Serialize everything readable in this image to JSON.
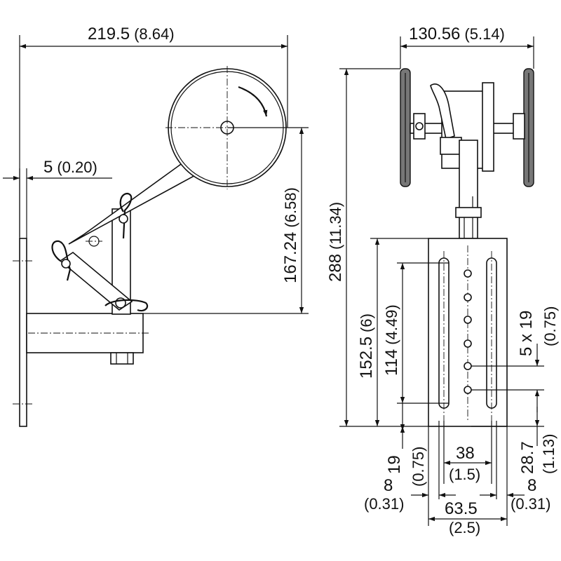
{
  "dimensions": {
    "overall_width": {
      "value": "219.5",
      "alt": "(8.64)"
    },
    "plate_thickness": {
      "value": "5",
      "alt": "(0.20)"
    },
    "wheel_height": {
      "value": "167.24",
      "alt": "(6.58)"
    },
    "wheel_span": {
      "value": "130.56",
      "alt": "(5.14)"
    },
    "overall_height": {
      "value": "288",
      "alt": "(11.34)"
    },
    "bracket_height": {
      "value": "152.5",
      "alt": "(6)"
    },
    "slot_length": {
      "value": "114",
      "alt": "(4.49)"
    },
    "hole_pattern": {
      "value": "5 x 19",
      "alt": "(0.75)"
    },
    "bottom_offset": {
      "value": "19",
      "alt": "(0.75)"
    },
    "hole_offset": {
      "value": "28.7",
      "alt": "(1.13)"
    },
    "slot_spacing": {
      "value": "38",
      "alt": "(1.5)"
    },
    "edge_left": {
      "value": "8",
      "alt": "(0.31)"
    },
    "edge_right": {
      "value": "8",
      "alt": "(0.31)"
    },
    "bracket_width": {
      "value": "63.5",
      "alt": "(2.5)"
    }
  },
  "icons": {
    "rotation": "rotation-arrow-icon"
  }
}
